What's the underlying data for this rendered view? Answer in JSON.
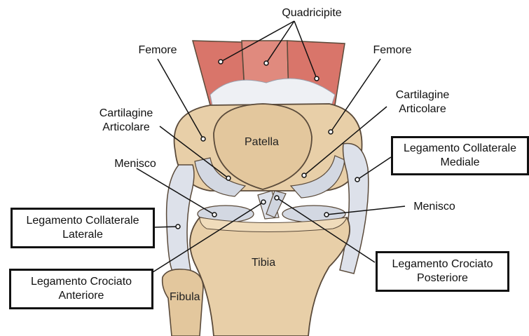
{
  "diagram": {
    "labels": {
      "quadricipite": "Quadricipite",
      "femore_left": "Femore",
      "femore_right": "Femore",
      "cartilagine_left_1": "Cartilagine",
      "cartilagine_left_2": "Articolare",
      "cartilagine_right_1": "Cartilagine",
      "cartilagine_right_2": "Articolare",
      "menisco_left": "Menisco",
      "menisco_right": "Menisco",
      "patella": "Patella",
      "tibia": "Tibia",
      "fibula": "Fibula"
    },
    "boxes": {
      "collaterale_mediale_1": "Legamento Collaterale",
      "collaterale_mediale_2": "Mediale",
      "collaterale_laterale_1": "Legamento Collaterale",
      "collaterale_laterale_2": "Laterale",
      "crociato_posteriore_1": "Legamento Crociato",
      "crociato_posteriore_2": "Posteriore",
      "crociato_anteriore_1": "Legamento Crociato",
      "crociato_anteriore_2": "Anteriore"
    },
    "colors": {
      "muscle": "#d9756a",
      "bone": "#e8cfa8",
      "bone_dark": "#c9a97d",
      "cartilage": "#d3d8e2",
      "ligament": "#dde1ea",
      "outline": "#5a4a3a"
    }
  }
}
